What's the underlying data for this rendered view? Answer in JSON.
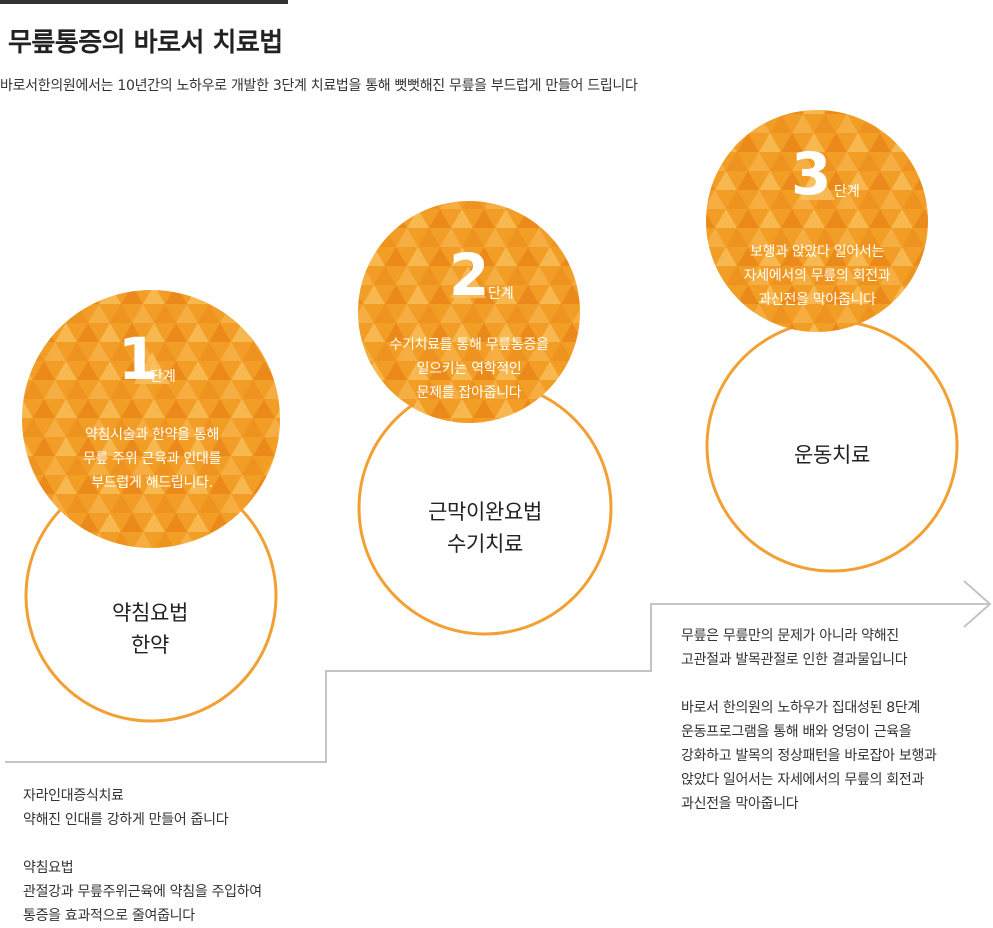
{
  "header": {
    "title": "무릎통증의 바로서 치료법",
    "subtitle": "바로서한의원에서는 10년간의 노하우로 개발한 3단계 치료법을 통해 뻣뻣해진 무릎을  부드럽게 만들어 드립니다"
  },
  "colors": {
    "orange": "#f29d25",
    "orange_light": "#f7b54d",
    "orange_dark": "#eb8a1a",
    "ring": "#f2a033",
    "step_line": "#c4c4c4"
  },
  "stages": [
    {
      "number": "1",
      "unit": "단계",
      "desc": [
        "약침시술과 한약을 통해",
        "무릎 주위 근육과 인대를",
        "부드럽게 해드립니다."
      ],
      "label": [
        "약침요법",
        "한약"
      ]
    },
    {
      "number": "2",
      "unit": "단계",
      "desc": [
        "수기치료를 통해 무릎통증을",
        "일으키는 역학적인",
        "문제를 잡아줍니다"
      ],
      "label": [
        "근막이완요법",
        "수기치료"
      ]
    },
    {
      "number": "3",
      "unit": "단계",
      "desc": [
        "보행과 앉았다 일어서는",
        "자세에서의 무릎의 회전과",
        "과신전을 막아줍니다"
      ],
      "label": [
        "운동치료"
      ]
    }
  ],
  "notes_left": {
    "block1": [
      "자라인대증식치료",
      "약해진 인대를 강하게 만들어 줍니다"
    ],
    "block2": [
      "약침요법",
      "관절강과 무릎주위근육에 약침을 주입하여",
      "통증을 효과적으로 줄여줍니다"
    ]
  },
  "notes_right": {
    "block1": [
      "무릎은 무릎만의 문제가 아니라 약해진",
      "고관절과 발목관절로 인한 결과물입니다"
    ],
    "block2": [
      "바로서 한의원의 노하우가 집대성된 8단계",
      "운동프로그램을 통해 배와 엉덩이 근육을",
      "강화하고 발목의 정상패턴을 바로잡아 보행과",
      "앉았다 일어서는 자세에서의 무릎의 회전과",
      "과신전을 막아줍니다"
    ]
  }
}
